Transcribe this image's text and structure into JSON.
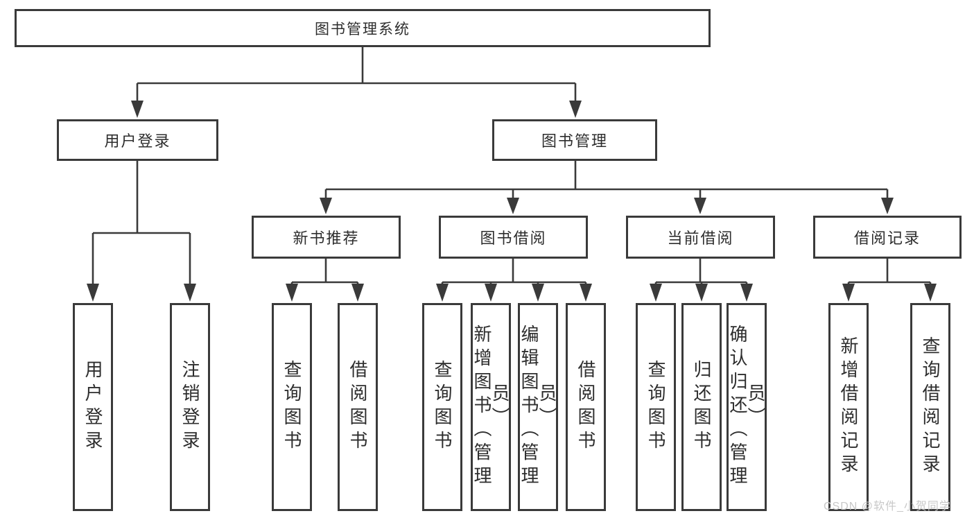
{
  "meta": {
    "watermark": "CSDN @软件_小贺同学"
  },
  "palette": {
    "line": "#3a3a3a",
    "text": "#2d2d2d",
    "background": "#ffffff",
    "watermark": "#c8c8c8"
  },
  "tree": {
    "root": "图书管理系统",
    "branches": [
      {
        "label": "用户登录",
        "children": [
          "用户登录",
          "注销登录"
        ]
      },
      {
        "label": "图书管理",
        "groups": [
          {
            "label": "新书推荐",
            "children": [
              "查询图书",
              "借阅图书"
            ]
          },
          {
            "label": "图书借阅",
            "children": [
              "查询图书",
              "新增图书（管理员）",
              "编辑图书（管理员）",
              "借阅图书"
            ]
          },
          {
            "label": "当前借阅",
            "children": [
              "查询图书",
              "归还图书",
              "确认归还（管理员）"
            ]
          },
          {
            "label": "借阅记录",
            "children": [
              "新增借阅记录",
              "查询借阅记录"
            ]
          }
        ]
      }
    ]
  }
}
